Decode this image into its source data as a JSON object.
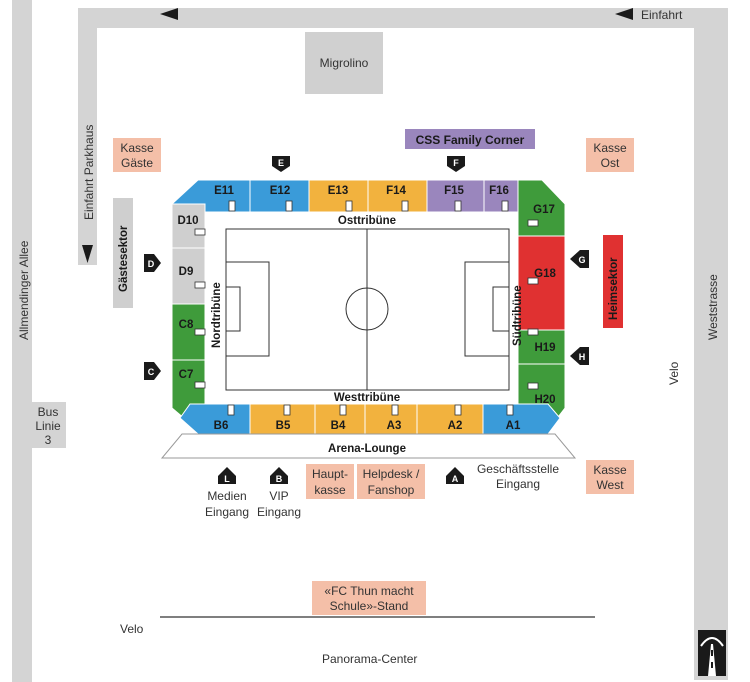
{
  "colors": {
    "road": "#d4d4d4",
    "kasse": "#f4bfa8",
    "grey_building": "#d0d0d0",
    "blue": "#3a9bd9",
    "orange": "#f2b23e",
    "purple": "#9a86bd",
    "green": "#3f9b3b",
    "red": "#e03131",
    "light_grey": "#cfcfcf",
    "dark_icon": "#1a1a1a"
  },
  "streets": {
    "einfahrt": "Einfahrt",
    "einfahrt_parkhaus": "Einfahrt Parkhaus",
    "allmendinger_allee": "Allmendinger Allee",
    "weststrasse": "Weststrasse",
    "velo_right": "Velo",
    "velo_bottom": "Velo",
    "panorama_center": "Panorama-Center"
  },
  "buildings": {
    "migrolino": "Migrolino",
    "css_family_corner": "CSS Family Corner",
    "kasse_gaeste": [
      "Kasse",
      "Gäste"
    ],
    "kasse_ost": [
      "Kasse",
      "Ost"
    ],
    "kasse_west": [
      "Kasse",
      "West"
    ],
    "hauptkasse": [
      "Haupt-",
      "kasse"
    ],
    "helpdesk": [
      "Helpdesk /",
      "Fanshop"
    ],
    "fc_thun_stand": [
      "«FC Thun macht",
      "Schule»-Stand"
    ],
    "bus": [
      "Bus",
      "Linie",
      "3"
    ],
    "gaestesektor": "Gästesektor",
    "heimsektor": "Heimsektor",
    "arena_lounge": "Arena-Lounge"
  },
  "stands": {
    "ost": "Osttribüne",
    "west": "Westtribüne",
    "nord": "Nordtribüne",
    "sued": "Südtribüne"
  },
  "sectors": {
    "top": [
      "E11",
      "E12",
      "E13",
      "F14",
      "F15",
      "F16"
    ],
    "left": [
      "D10",
      "D9",
      "C8",
      "C7"
    ],
    "right": [
      "G17",
      "G18",
      "H19",
      "H20"
    ],
    "bottom": [
      "B6",
      "B5",
      "B4",
      "A3",
      "A2",
      "A1"
    ]
  },
  "entrances": {
    "E": "E",
    "F": "F",
    "D": "D",
    "C": "C",
    "G": "G",
    "H": "H",
    "L": "L",
    "B": "B",
    "A": "A",
    "medien": [
      "Medien",
      "Eingang"
    ],
    "vip": [
      "VIP",
      "Eingang"
    ],
    "geschaeftsstelle": [
      "Geschäftsstelle",
      "Eingang"
    ]
  },
  "motorway_icon": "motorway-icon"
}
